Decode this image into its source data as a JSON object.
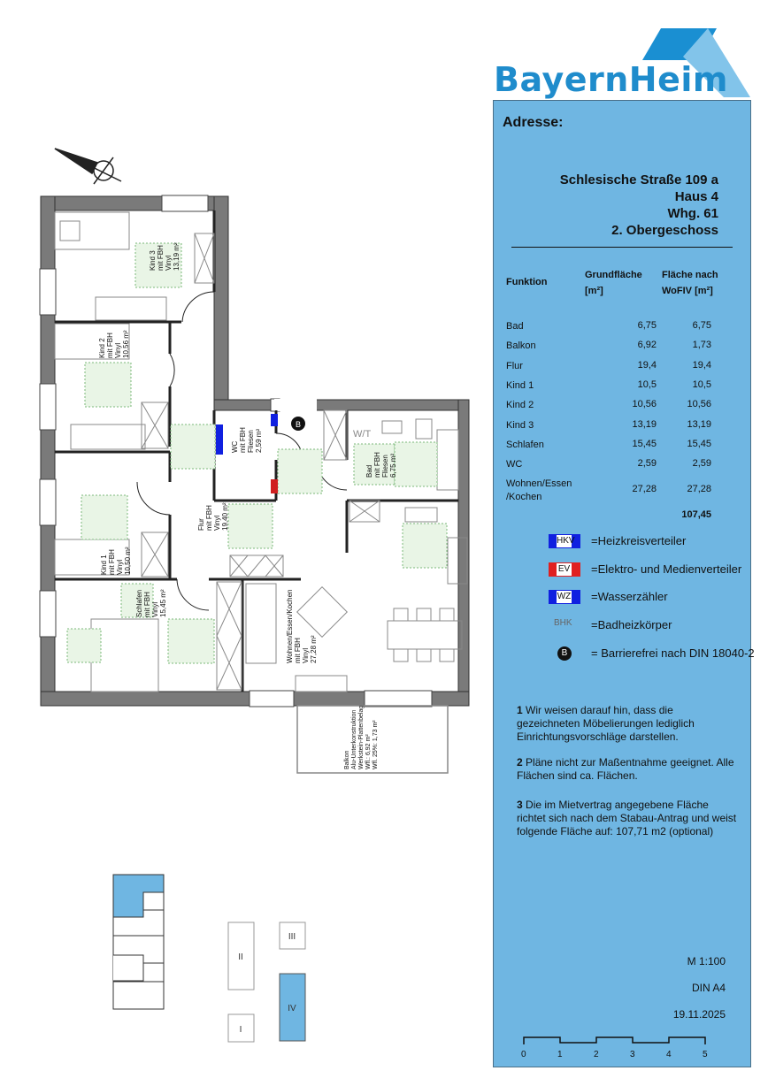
{
  "logo": {
    "text": "BayernHeim",
    "colors": {
      "text": "#1f8ccc",
      "roof_dark": "#1a8fd2",
      "roof_light": "#82c4ea"
    }
  },
  "panel": {
    "color": "#6fb6e2",
    "address_label": "Adresse:",
    "address_lines": [
      "Schlesische Straße 109 a",
      "Haus 4",
      "Whg. 61",
      "2. Obergeschoss"
    ],
    "table": {
      "headers": {
        "function": "Funktion",
        "ground": [
          "Grundfläche",
          "[m²]"
        ],
        "wofiv": [
          "Fläche nach",
          "WoFIV [m²]"
        ]
      },
      "rows": [
        {
          "name": "Bad",
          "ground": "6,75",
          "wofiv": "6,75"
        },
        {
          "name": "Balkon",
          "ground": "6,92",
          "wofiv": "1,73"
        },
        {
          "name": "Flur",
          "ground": "19,4",
          "wofiv": "19,4"
        },
        {
          "name": "Kind 1",
          "ground": "10,5",
          "wofiv": "10,5"
        },
        {
          "name": "Kind 2",
          "ground": "10,56",
          "wofiv": "10,56"
        },
        {
          "name": "Kind 3",
          "ground": "13,19",
          "wofiv": "13,19"
        },
        {
          "name": "Schlafen",
          "ground": "15,45",
          "wofiv": "15,45"
        },
        {
          "name": "WC",
          "ground": "2,59",
          "wofiv": "2,59"
        },
        {
          "name": "Wohnen/Essen\n/Kochen",
          "ground": "27,28",
          "wofiv": "27,28"
        }
      ],
      "total": "107,45"
    },
    "legend": [
      {
        "code": "HKV",
        "text": "=Heizkreisverteiler",
        "color": "#1020e0"
      },
      {
        "code": "EV",
        "text": "=Elektro- und Medienverteiler",
        "color": "#e02020"
      },
      {
        "code": "WZ",
        "text": "=Wasserzähler",
        "color": "#1020e0"
      },
      {
        "code": "BHK",
        "text": "=Badheizkörper"
      },
      {
        "code": "B",
        "text": "= Barrierefrei nach DIN 18040-2"
      }
    ],
    "notes": [
      {
        "num": "1",
        "text": " Wir weisen darauf hin, dass die gezeichneten Möbelierungen lediglich Einrichtungsvorschläge darstellen."
      },
      {
        "num": "2",
        "text": " Pläne nicht zur Maßentnahme geeignet. Alle Flächen sind ca. Flächen."
      },
      {
        "num": "3",
        "text": " Die im Mietvertrag angegebene Fläche richtet sich nach dem Stabau-Antrag und weist folgende  Fläche auf: 107,71 m2 (optional)"
      }
    ],
    "scale": "M 1:100",
    "paper": "DIN A4",
    "date": "19.11.2025",
    "scale_bar_ticks": [
      "0",
      "1",
      "2",
      "3",
      "4",
      "5"
    ]
  },
  "plan": {
    "rooms": {
      "kind3": [
        "Kind 3",
        "mit FBH",
        "Vinyl",
        "13,19 m²"
      ],
      "kind2": [
        "Kind 2",
        "mit FBH",
        "Vinyl",
        "10,56 m²"
      ],
      "kind1": [
        "Kind 1",
        "mit FBH",
        "Vinyl",
        "10,50 m²"
      ],
      "schlafen": [
        "Schlafen",
        "mit FBH",
        "Vinyl",
        "15,45 m²"
      ],
      "flur": [
        "Flur",
        "mit FBH",
        "Vinyl",
        "19,40 m²"
      ],
      "wc": [
        "WC",
        "mit FBH",
        "Fliesen",
        "2,59 m²"
      ],
      "bad": [
        "Bad",
        "mit FBH",
        "Fliesen",
        "6,75 m²"
      ],
      "wohnen": [
        "Wohnen/Essen/Kochen",
        "mit FBH",
        "Vinyl",
        "27,28 m²"
      ],
      "balkon": [
        "Balkon",
        "Alu-Unterkonstruktion",
        "Werkstein-Plattenbelag",
        "Wfl.: 6,92 m²",
        "Wfl. 25%: 1,73 m²"
      ]
    },
    "wt_label": "W/T",
    "barrier_free_marker": "B",
    "site_plan_labels": [
      "I",
      "II",
      "III",
      "IV"
    ]
  }
}
